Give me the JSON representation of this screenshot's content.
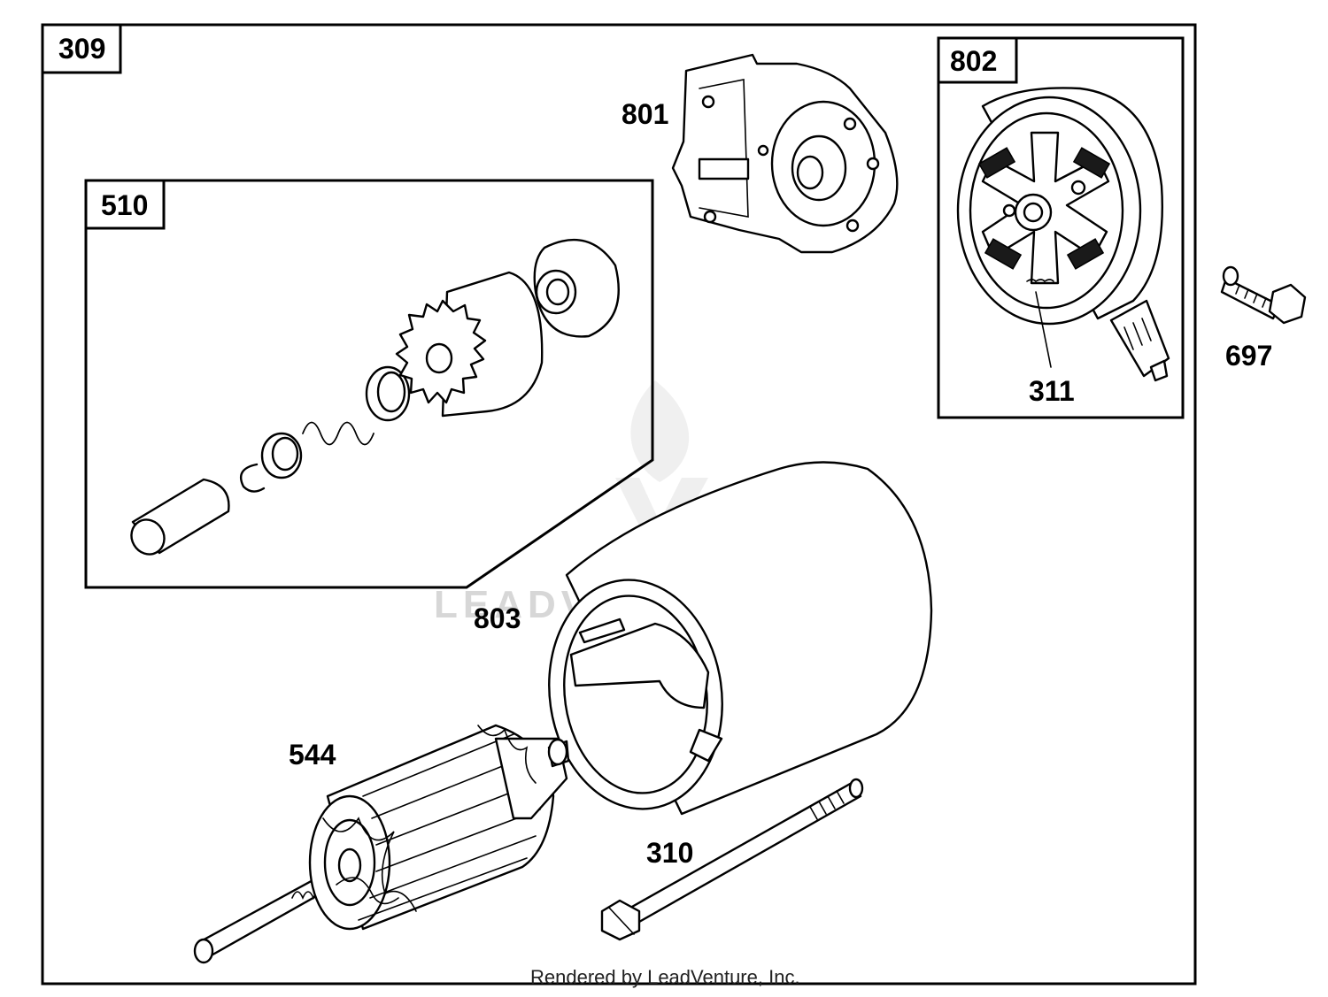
{
  "diagram": {
    "group_labels": {
      "outer": "309",
      "drive_kit": "510",
      "end_cap_kit": "802"
    },
    "part_labels": {
      "bracket": "801",
      "brush": "311",
      "bolt": "697",
      "housing": "803",
      "armature": "544",
      "through_bolt": "310"
    },
    "watermark": "LEADVENTURE",
    "credit": "Rendered by LeadVenture, Inc."
  }
}
